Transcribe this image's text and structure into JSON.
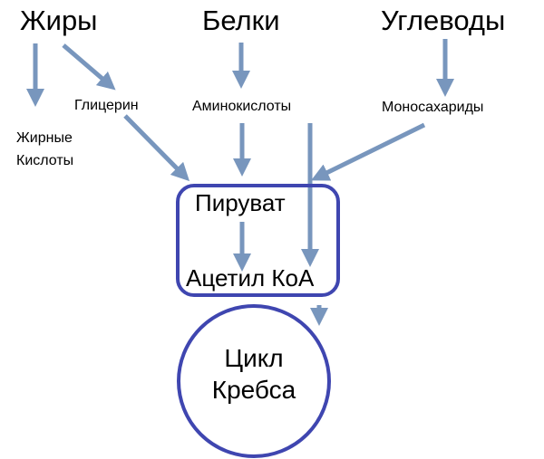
{
  "colors": {
    "arrow": "#7896bd",
    "frame": "#3f46b0",
    "text": "#000000",
    "background": "#ffffff"
  },
  "sources": {
    "fats": "Жиры",
    "proteins": "Белки",
    "carbs": "Углеводы"
  },
  "intermediates": {
    "glycerol": "Глицерин",
    "fatty_acids_line1": "Жирные",
    "fatty_acids_line2": "Кислоты",
    "amino_acids": "Аминокислоты",
    "monosaccharides": "Моносахариды"
  },
  "box": {
    "pyruvate": "Пируват",
    "acetyl_coa": "Ацетил КоА"
  },
  "cycle": {
    "line1": "Цикл",
    "line2": "Кребса"
  }
}
